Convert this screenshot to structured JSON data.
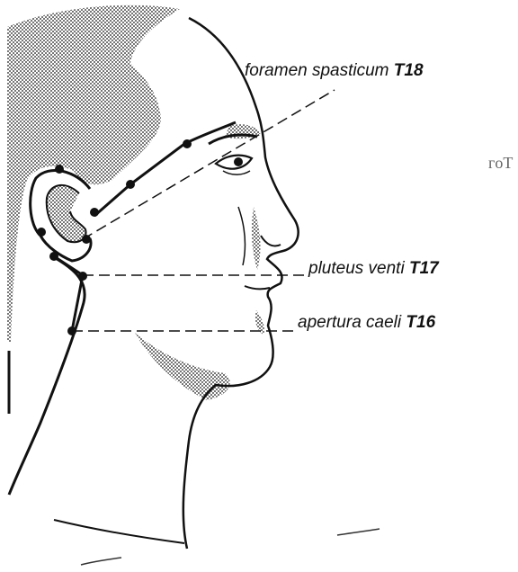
{
  "labels": {
    "foramen": {
      "name": "foramen spasticum",
      "code": "T18"
    },
    "pluteus": {
      "name": "pluteus venti",
      "code": "T17"
    },
    "apertura": {
      "name": "apertura caeli",
      "code": "T16"
    }
  },
  "stray_text": "гoT",
  "colors": {
    "ink": "#111111",
    "shading": "#9a9a9a",
    "paper": "#ffffff"
  }
}
